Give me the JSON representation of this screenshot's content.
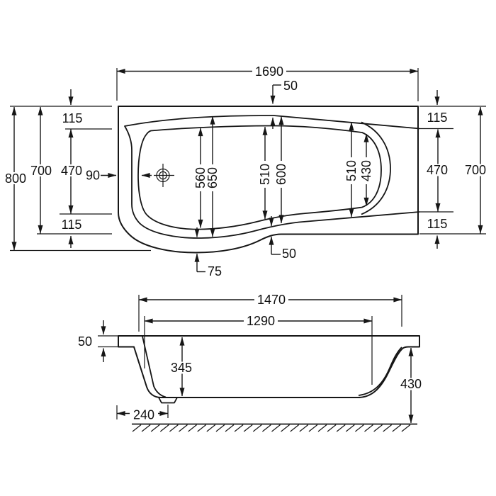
{
  "plan": {
    "overall_length": "1690",
    "rim_top": "50",
    "rim_bottom": "50",
    "ledge": "75",
    "drain_edge_offset": "90",
    "overall_width": "800",
    "body_width_left": "700",
    "inner_width_left": "470",
    "rim_115_top_left": "115",
    "rim_115_bottom_left": "115",
    "body_width_right": "700",
    "inner_width_right": "470",
    "rim_115_top_right": "115",
    "rim_115_bottom_right": "115",
    "basin_560": "560",
    "rim_650": "650",
    "basin_510_mid": "510",
    "rim_600_mid": "600",
    "rim_510_right": "510",
    "basin_430_right": "430"
  },
  "elevation": {
    "rim_length": "1470",
    "base_length": "1290",
    "rim_thickness": "50",
    "inner_depth": "345",
    "overall_height": "430",
    "waste_offset": "240"
  }
}
